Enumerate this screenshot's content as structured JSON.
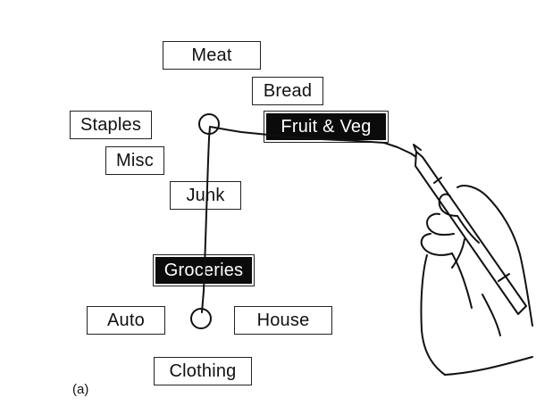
{
  "top_menu": {
    "items": [
      {
        "key": "meat",
        "label": "Meat",
        "selected": false
      },
      {
        "key": "bread",
        "label": "Bread",
        "selected": false
      },
      {
        "key": "staples",
        "label": "Staples",
        "selected": false
      },
      {
        "key": "fruit-veg",
        "label": "Fruit & Veg",
        "selected": true
      },
      {
        "key": "misc",
        "label": "Misc",
        "selected": false
      },
      {
        "key": "junk",
        "label": "Junk",
        "selected": false
      }
    ]
  },
  "bottom_menu": {
    "items": [
      {
        "key": "groceries",
        "label": "Groceries",
        "selected": true
      },
      {
        "key": "auto",
        "label": "Auto",
        "selected": false
      },
      {
        "key": "house",
        "label": "House",
        "selected": false
      },
      {
        "key": "clothing",
        "label": "Clothing",
        "selected": false
      }
    ]
  },
  "caption": "(a)",
  "colors": {
    "ink": "#111111",
    "selected_fill": "#0b0b0b",
    "selected_text": "#ffffff",
    "background": "#ffffff"
  },
  "icons": [
    "menu-center-circle",
    "pen-hand-illustration"
  ]
}
